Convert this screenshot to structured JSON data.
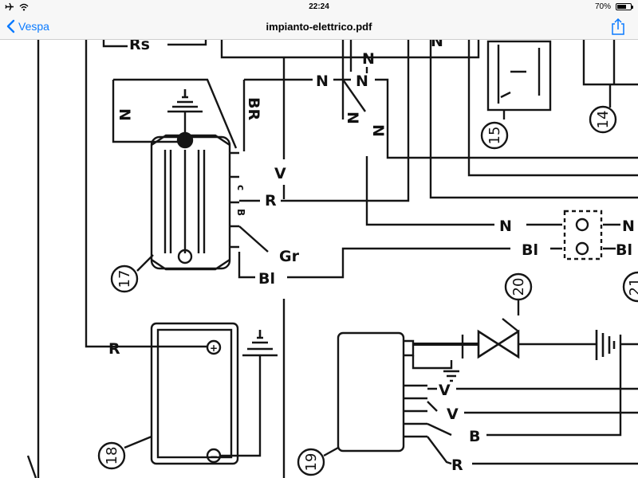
{
  "status": {
    "time": "22:24",
    "battery_text": "70%",
    "battery_level": 0.7
  },
  "nav": {
    "back_label": "Vespa",
    "title": "impianto-elettrico.pdf"
  },
  "icons": {
    "airplane": "airplane-icon",
    "wifi": "wifi-icon",
    "battery": "battery-icon",
    "back": "chevron-left-icon",
    "share": "share-icon"
  },
  "colors": {
    "accent": "#0a7aff",
    "bar_bg": "#f7f7f7"
  },
  "diagram": {
    "labels": {
      "rs": "Rs",
      "n_top": "N",
      "n_top_right": "N",
      "n_junction_left": "N",
      "n_junction_right": "N",
      "n_left_vertical": "N",
      "br": "BR",
      "n_down_1": "N",
      "n_down_2": "N",
      "v_reg": "V",
      "r_reg": "R",
      "gr": "Gr",
      "bi_reg": "Bl",
      "n_conn": "N",
      "n_conn_right": "N",
      "bi_conn": "Bl",
      "bi_conn_right": "Bl",
      "r_left": "R",
      "v_19a": "V",
      "v_19b": "V",
      "b_19": "B",
      "r_19": "R"
    },
    "components": {
      "c14": "14",
      "c15": "15",
      "c17": "17",
      "c18": "18",
      "c19": "19",
      "c20": "20",
      "c21": "21"
    },
    "pins": {
      "c": "c",
      "b": "B",
      "plus": "+",
      "minus": "−"
    }
  }
}
